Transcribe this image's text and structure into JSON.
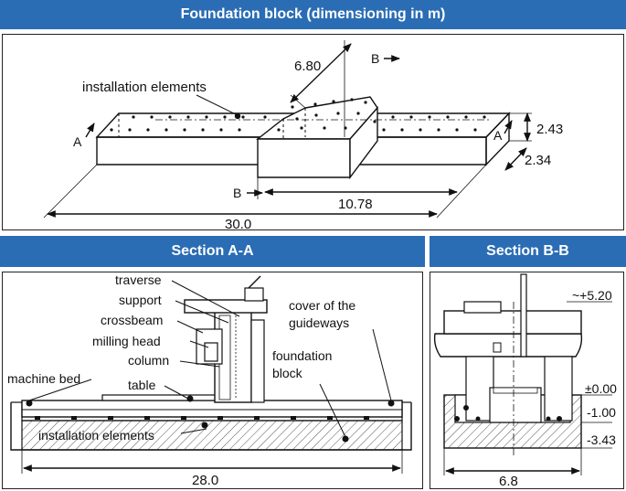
{
  "headers": {
    "foundation": "Foundation block (dimensioning in m)",
    "section_aa": "Section A-A",
    "section_bb": "Section B-B"
  },
  "top": {
    "installation_elements": "installation elements",
    "dim_width": "6.80",
    "dim_height": "2.43",
    "dim_depth": "2.34",
    "dim_length_b": "10.78",
    "dim_length_total": "30.0",
    "cut_a_left": "A",
    "cut_a_right": "A",
    "cut_b_top": "B",
    "cut_b_bottom": "B"
  },
  "section_aa": {
    "traverse": "traverse",
    "support": "support",
    "crossbeam": "crossbeam",
    "milling_head": "milling head",
    "column": "column",
    "machine_bed": "machine bed",
    "table": "table",
    "installation_elements": "installation elements",
    "cover_line1": "cover of the",
    "cover_line2": "guideways",
    "foundation_line1": "foundation",
    "foundation_line2": "block",
    "dim_length": "28.0"
  },
  "section_bb": {
    "level_top": "~+5.20",
    "level_zero": "±0.00",
    "level_minus1": "-1.00",
    "level_bottom": "-3.43",
    "dim_width": "6.8"
  }
}
